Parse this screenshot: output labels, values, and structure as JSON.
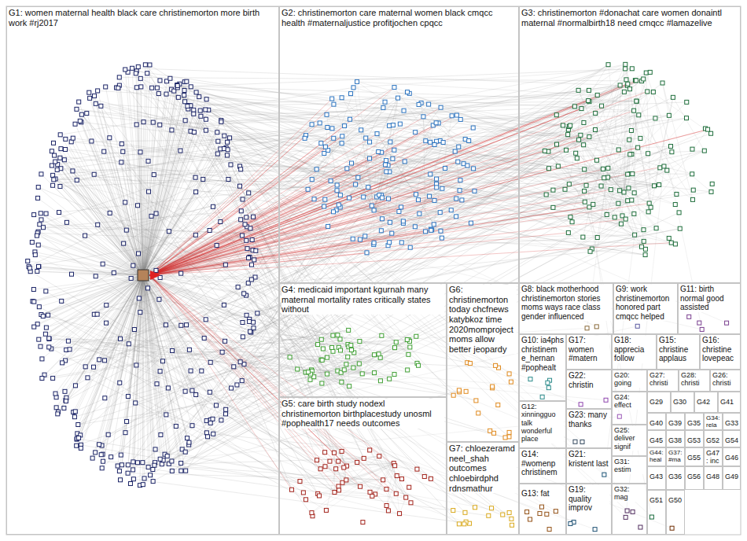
{
  "diagram": {
    "nodes": [
      {
        "text": [
          "G1: women maternal health black care christinemorton more birth work #rj2017"
        ]
      },
      {
        "text": [
          "G2: christinemorton care maternal women black cmqcc health #maternaljustice profitjochen cpqcc"
        ]
      },
      {
        "text": [
          "G3: christinemorton #donachat care women donaintl maternal #normalbirth18 need cmqcc #lamazelive"
        ]
      },
      {
        "text": [
          "G4: medicaid important kgurnah many maternal mortality rates critically states without"
        ]
      },
      {
        "text": [
          "G5: care birth study nodexl christinemorton birthplacestudy unosml #pophealth17 needs outcomes"
        ]
      },
      {
        "text": [
          "G6: christinemorton today chcfnews katybkoz time 2020momproject moms allow better jeopardy"
        ]
      },
      {
        "text": [
          "G7: chloezeramd neel_shah outcomes chloebirdphd rdnsmathur"
        ]
      },
      {
        "text": [
          "G8: black motherhood christinemorton stories moms ways race class gender influenced"
        ]
      },
      {
        "text": [
          "G9: work christinemorton honored part cmqcc helped"
        ]
      },
      {
        "text": [
          "G11: birth normal good assisted"
        ]
      },
      {
        "text": [
          "G10: ia4phs christinem e_hernan #pophealt"
        ]
      },
      {
        "text": [
          "G17: women #matern"
        ]
      },
      {
        "text": [
          "G18: apprecia follow"
        ]
      },
      {
        "text": [
          "G15: christine applaus"
        ]
      },
      {
        "text": [
          "G16: christine lovepeac"
        ]
      },
      {
        "text": [
          "G22: christin"
        ]
      },
      {
        "text": [
          "G20: going"
        ]
      },
      {
        "text": [
          "G27: christi"
        ]
      },
      {
        "text": [
          "G28: christi"
        ]
      },
      {
        "text": [
          "G26: christi"
        ]
      },
      {
        "text": [
          "G12: xinningguo talk wonderful place"
        ]
      },
      {
        "text": [
          "G23: many thanks"
        ]
      },
      {
        "text": [
          "G24: effect"
        ]
      },
      {
        "text": [
          "G29"
        ]
      },
      {
        "text": [
          "G30"
        ]
      },
      {
        "text": [
          "G42"
        ]
      },
      {
        "text": [
          "G41"
        ]
      },
      {
        "text": [
          "G40"
        ]
      },
      {
        "text": [
          "G39"
        ]
      },
      {
        "text": [
          "G35"
        ]
      },
      {
        "text": [
          "G34: rela"
        ]
      },
      {
        "text": [
          "G33"
        ]
      },
      {
        "text": [
          "G45"
        ]
      },
      {
        "text": [
          "G38"
        ]
      },
      {
        "text": [
          "G53"
        ]
      },
      {
        "text": [
          "G52"
        ]
      },
      {
        "text": [
          "G54"
        ]
      },
      {
        "text": [
          "G44: heal"
        ]
      },
      {
        "text": [
          "G37: #ma"
        ]
      },
      {
        "text": [
          "G55"
        ]
      },
      {
        "text": [
          "G47: inc"
        ]
      },
      {
        "text": [
          "G46"
        ]
      },
      {
        "text": [
          "G14: #womenp christinem"
        ]
      },
      {
        "text": [
          "G21: kristent last"
        ]
      },
      {
        "text": [
          "G25: deliver signif"
        ]
      },
      {
        "text": [
          "G31: estim"
        ]
      },
      {
        "text": [
          "G43"
        ]
      },
      {
        "text": [
          "G36"
        ]
      },
      {
        "text": [
          "G56"
        ]
      },
      {
        "text": [
          "G48"
        ]
      },
      {
        "text": [
          "G49"
        ]
      },
      {
        "text": [
          "G13: fat"
        ]
      },
      {
        "text": [
          "G19: quality improv"
        ]
      },
      {
        "text": [
          "G32: mag"
        ]
      },
      {
        "text": [
          "G51"
        ]
      },
      {
        "text": [
          "G50"
        ]
      }
    ]
  }
}
